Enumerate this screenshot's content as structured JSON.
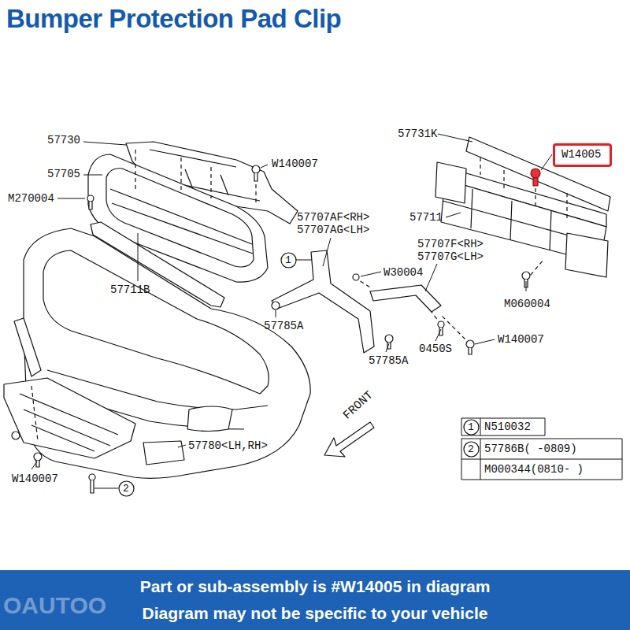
{
  "diagram": {
    "title": "Bumper Protection Pad Clip",
    "nodes": [
      {
        "text": [
          "W14005"
        ]
      },
      {
        "text": [
          "1"
        ]
      },
      {
        "text": [
          "2"
        ]
      },
      {
        "text": [
          "1"
        ]
      },
      {
        "text": [
          "2"
        ]
      },
      {
        "text": [
          "Part or sub-assembly is #W14005 in diagram",
          "Diagram may not be specific to your vehicle"
        ]
      }
    ],
    "labels": [
      "57730",
      "57705",
      "M270004",
      "W140007",
      "57711B",
      "57707AF<RH>",
      "57707AG<LH>",
      "W30004",
      "57707F<RH>",
      "57707G<LH>",
      "57785A",
      "57785A",
      "0450S",
      "W140007",
      "57731K",
      "57711",
      "M060004",
      "57780<LH,RH>",
      "W140007",
      "FRONT",
      "N510032",
      "57786B( -0809)",
      "M000344(0810- )",
      "OAUTOO"
    ]
  }
}
